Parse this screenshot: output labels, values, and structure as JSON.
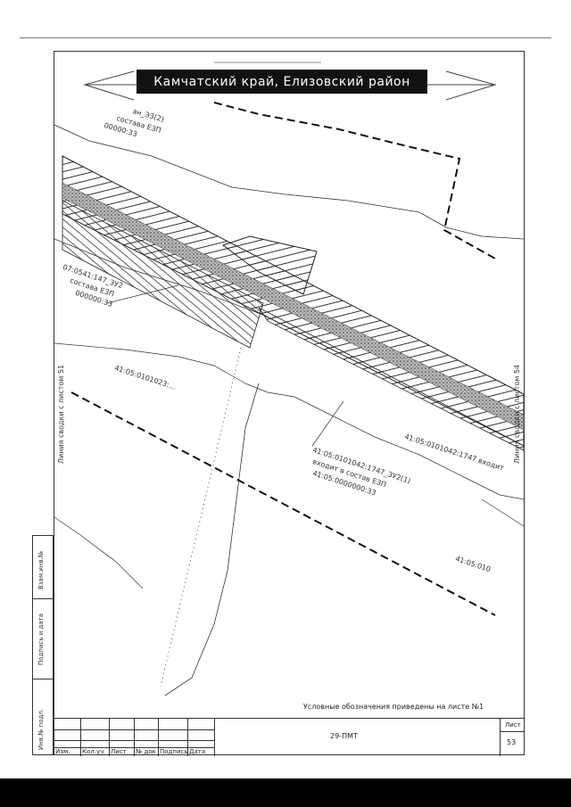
{
  "banner": {
    "region_text": "Камчатский край, Елизовский район"
  },
  "map_labels": {
    "top_left_a": "ан_ЭЗ(2)",
    "top_left_b": "состава ЕЗП",
    "top_left_c": "00000:33",
    "left_a": "07:0541:147_ЗУ2",
    "left_b": "состава ЕЗП",
    "left_c": "000000:33",
    "center_left": "41:05:0101023:...",
    "center_a": "41:05:0101042:1747_ЗУ2(1)",
    "center_b": "входит в состав ЕЗП",
    "center_c": "41:05:0000000:33",
    "right_a": "41:05:0101042:1747 входит",
    "bottom_right": "41:05:010"
  },
  "match_lines": {
    "left": "Линия сводки с листом 51",
    "right": "Линия сводки с листом 54"
  },
  "left_stamp": {
    "field_1": "Взам.инв.№",
    "field_2": "Подпись и дата",
    "field_3": "Инв.№ подл."
  },
  "legend_note": "Условные обозначения приведены на листе №1",
  "title_block": {
    "doc_code": "29-ПМТ",
    "sheet_label": "Лист",
    "sheet_number": "53",
    "col_change": "Изм.",
    "col_qty": "Кол.уч",
    "col_sheet": "Лист",
    "col_doc": "№ док",
    "col_sign": "Подпись",
    "col_date": "Дата"
  }
}
